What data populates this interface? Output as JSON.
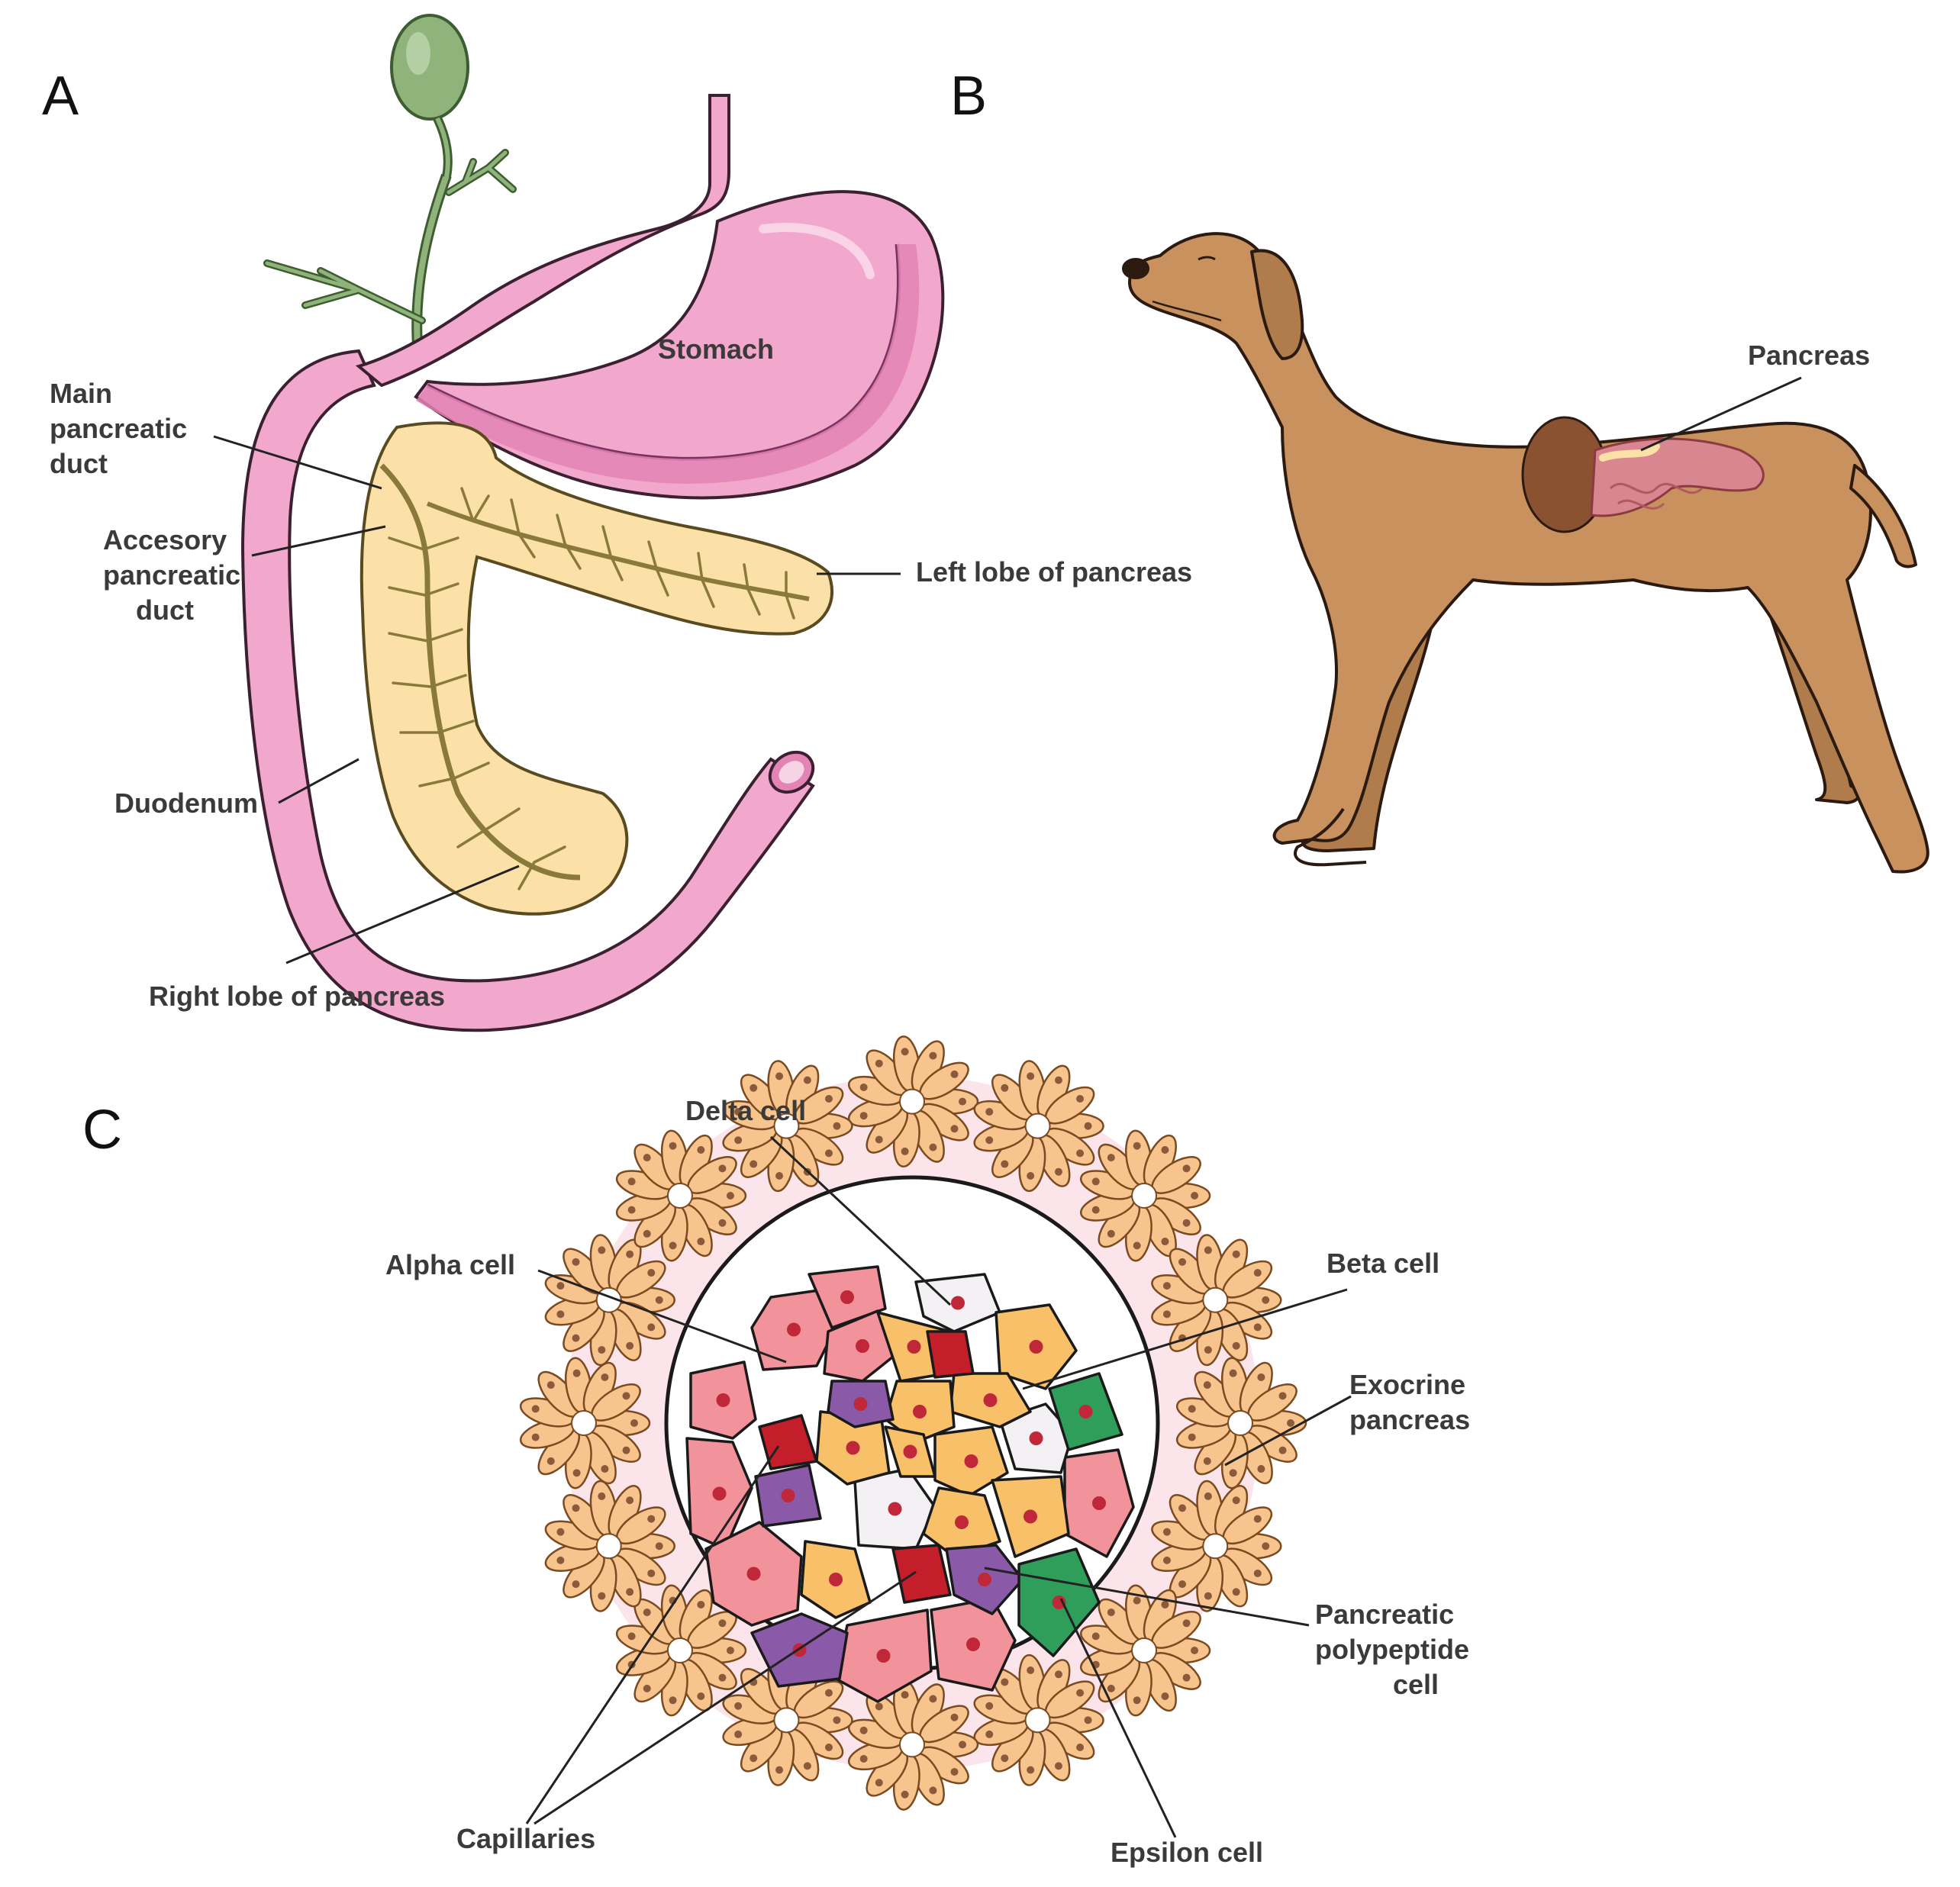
{
  "panels": {
    "a": {
      "letter": "A",
      "labels": {
        "stomach": "Stomach",
        "main_duct": [
          "Main",
          "pancreatic",
          "duct"
        ],
        "accessory_duct": [
          "Accesory",
          "pancreatic",
          "duct"
        ],
        "left_lobe": "Left lobe of pancreas",
        "duodenum": "Duodenum",
        "right_lobe": "Right lobe of pancreas"
      }
    },
    "b": {
      "letter": "B",
      "labels": {
        "pancreas": "Pancreas"
      }
    },
    "c": {
      "letter": "C",
      "labels": {
        "delta": "Delta cell",
        "alpha": "Alpha cell",
        "beta": "Beta cell",
        "exocrine": [
          "Exocrine",
          "pancreas"
        ],
        "pp": [
          "Pancreatic",
          "polypeptide",
          "cell"
        ],
        "capillaries": "Capillaries",
        "epsilon": "Epsilon cell"
      }
    }
  },
  "colors": {
    "stomach": "#f2a7cd",
    "stomach_inner": "#e384b4",
    "pancreas": "#fbe0a8",
    "duct": "#8a7a3a",
    "gallbladder": "#8fb37a",
    "dog": "#c8915e",
    "alpha": "#f2929a",
    "beta": "#f9c06a",
    "delta": "#f3f1f4",
    "pp": "#8a5aa8",
    "epsilon": "#2e9e5a",
    "capillary": "#c41e2a",
    "acinus": "#f7c48e"
  }
}
